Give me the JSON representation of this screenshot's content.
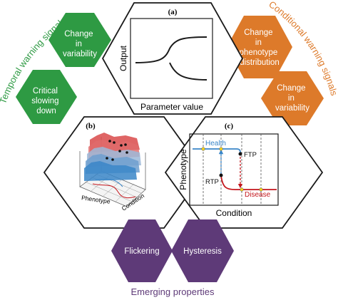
{
  "colors": {
    "green": "#2e9a43",
    "orange": "#dd7a2a",
    "purple": "#5e3a78",
    "health_blue": "#3a86c8",
    "disease_red": "#c4161c",
    "outline": "#1a1a1a"
  },
  "temporal": {
    "title": "Temporal warning signals",
    "variability": [
      "Change",
      "in",
      "variability"
    ],
    "slowing": [
      "Critical",
      "slowing",
      "down"
    ]
  },
  "conditional": {
    "title": "Conditional warning signals",
    "distribution": [
      "Change",
      "in",
      "phenotype",
      "distribution"
    ],
    "variability": [
      "Change",
      "in",
      "variability"
    ]
  },
  "panel_a": {
    "label": "(a)",
    "ylabel": "Output",
    "xlabel": "Parameter value"
  },
  "panel_b": {
    "label": "(b)",
    "axis_phenotype": "Phenotype",
    "axis_condition": "Condition"
  },
  "panel_c": {
    "label": "(c)",
    "ylabel": "Phenotype",
    "xlabel": "Condition",
    "health": "Health",
    "disease": "Disease",
    "ftp": "FTP",
    "rtp": "RTP"
  },
  "emerging": {
    "title": "Emerging properties",
    "flickering": "Flickering",
    "hysteresis": "Hysteresis"
  }
}
